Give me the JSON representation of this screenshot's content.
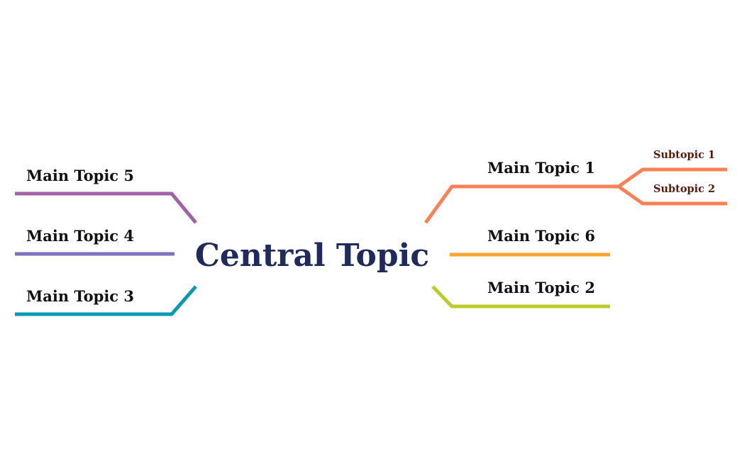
{
  "central": {
    "label": "Central Topic",
    "color": "#212A5C"
  },
  "topics": {
    "t1": {
      "label": "Main Topic 1",
      "color": "#FA8155"
    },
    "t2": {
      "label": "Main Topic 2",
      "color": "#BACB2A"
    },
    "t3": {
      "label": "Main Topic 3",
      "color": "#0A98B3"
    },
    "t4": {
      "label": "Main Topic 4",
      "color": "#7874BE"
    },
    "t5": {
      "label": "Main Topic 5",
      "color": "#A161A8"
    },
    "t6": {
      "label": "Main Topic 6",
      "color": "#F8A632"
    }
  },
  "subtopics": {
    "s1": {
      "label": "Subtopic 1"
    },
    "s2": {
      "label": "Subtopic 2"
    }
  },
  "text_color": "#111111",
  "subtopic_text_color": "#5E1A08"
}
